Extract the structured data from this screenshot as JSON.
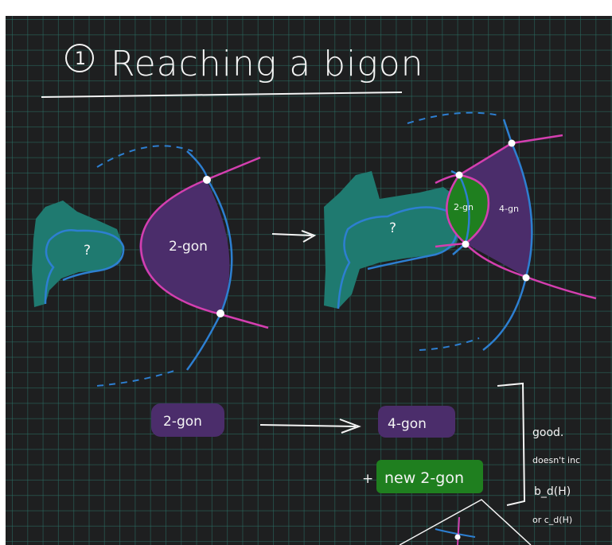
{
  "title": {
    "number": "1",
    "text": "Reaching a bigon"
  },
  "left_figure": {
    "unknown_label": "?",
    "region_label": "2-gon"
  },
  "right_figure": {
    "unknown_label": "?",
    "inner_label": "2-gn",
    "outer_label": "4-gn"
  },
  "summary": {
    "from_box": "2-gon",
    "to_box": "4-gon",
    "plus": "+",
    "new_box": "new 2-gon",
    "notes": [
      "good.",
      "doesn't inc",
      "b_d(H)",
      "or c_d(H)"
    ]
  },
  "colors": {
    "background": "#1e1f20",
    "grid": "#2a6e64",
    "teal_region": "#1f7a70",
    "purple_region": "#4b2d6b",
    "green_region": "#1f7f1f",
    "blue_curve": "#2d7fd1",
    "pink_curve": "#d43fb0",
    "ink": "#f4f4f4"
  }
}
